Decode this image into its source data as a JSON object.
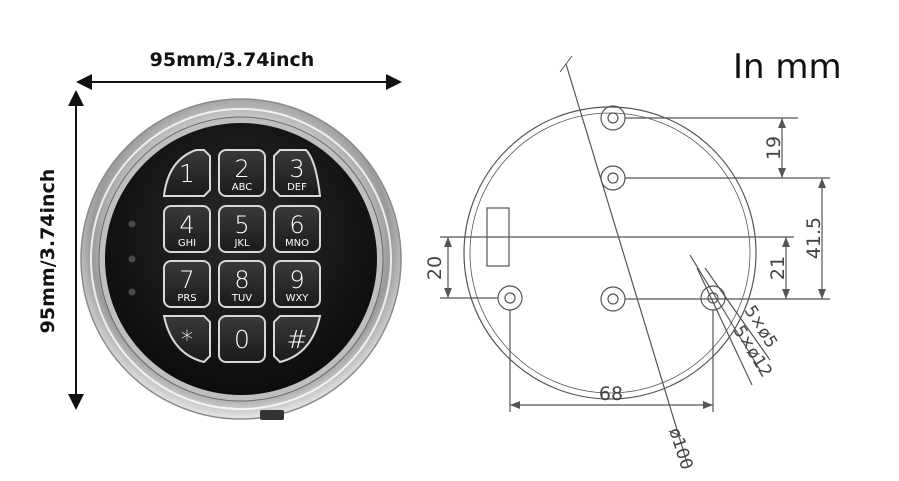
{
  "product": {
    "width_label": "95mm/3.74inch",
    "height_label": "95mm/3.74inch",
    "keys": [
      {
        "num": "1",
        "sub": ""
      },
      {
        "num": "2",
        "sub": "ABC"
      },
      {
        "num": "3",
        "sub": "DEF"
      },
      {
        "num": "4",
        "sub": "GHI"
      },
      {
        "num": "5",
        "sub": "JKL"
      },
      {
        "num": "6",
        "sub": "MNO"
      },
      {
        "num": "7",
        "sub": "PRS"
      },
      {
        "num": "8",
        "sub": "TUV"
      },
      {
        "num": "9",
        "sub": "WXY"
      },
      {
        "num": "*",
        "sub": ""
      },
      {
        "num": "0",
        "sub": ""
      },
      {
        "num": "#",
        "sub": ""
      }
    ]
  },
  "drawing": {
    "unit_note": "In mm",
    "dims": {
      "d19": "19",
      "d41_5": "41.5",
      "d20": "20",
      "d21": "21",
      "d68": "68",
      "hole5": "5×ø5",
      "hole12": "5×ø12",
      "dia100": "ø100"
    }
  }
}
